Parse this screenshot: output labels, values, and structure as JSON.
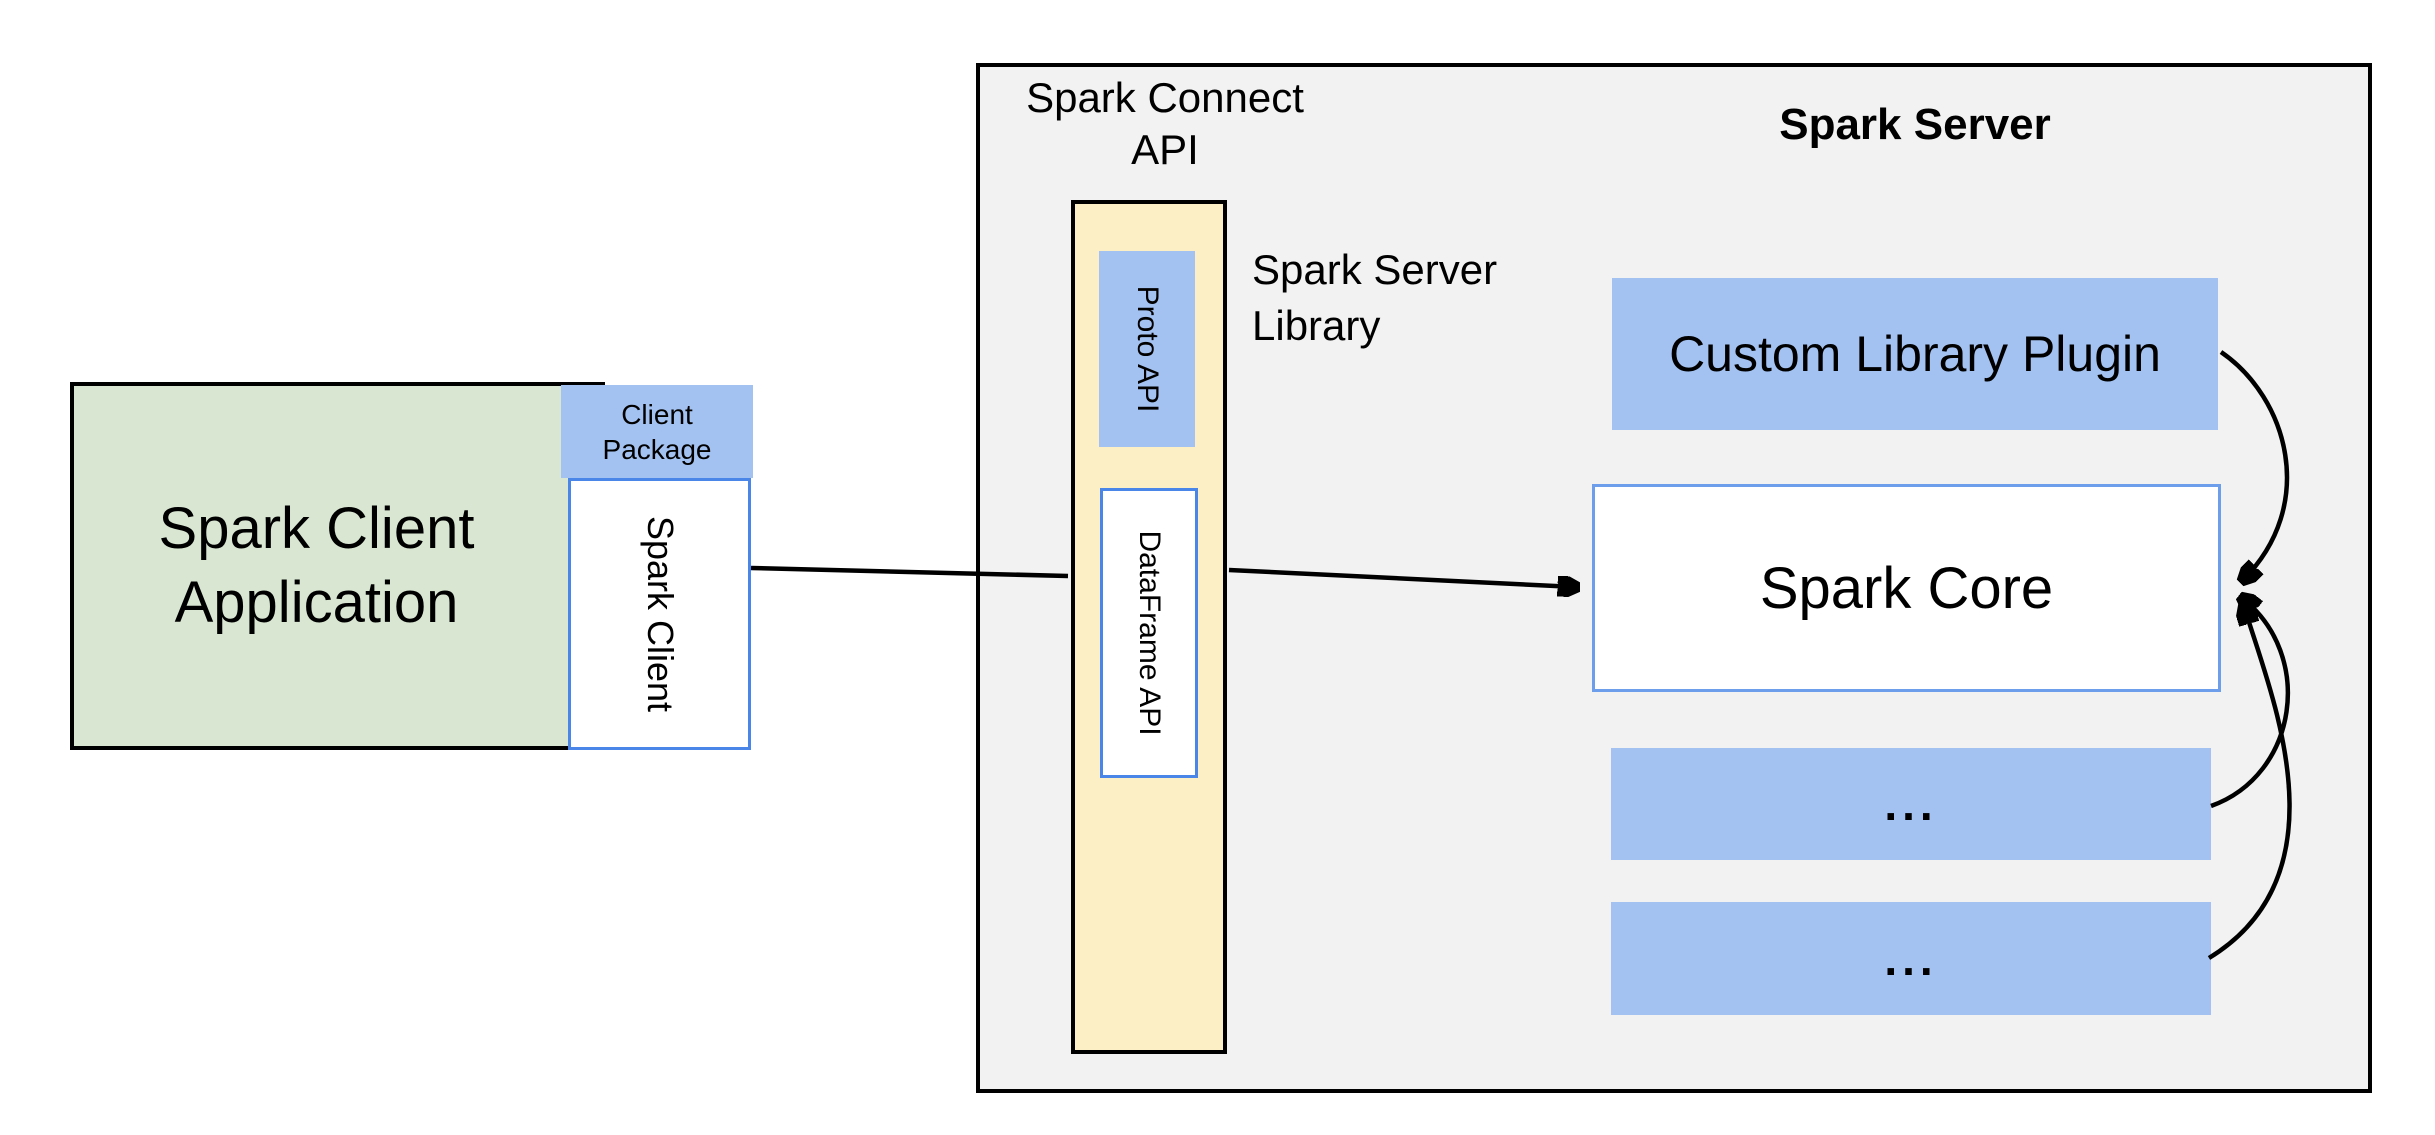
{
  "colors": {
    "page-bg": "#ffffff",
    "container-fill": "#f2f2f2",
    "green-fill": "#d9e7d2",
    "blue-fill": "#a3c2f1",
    "beige-fill": "#fcefc6",
    "white-fill": "#ffffff",
    "blue-border": "#4a86e8",
    "core-border": "#6d9eeb",
    "line-color": "#000000",
    "text-color": "#000000"
  },
  "client": {
    "application_line1": "Spark Client",
    "application_line2": "Application",
    "package_line1": "Client",
    "package_line2": "Package",
    "spark_client_label": "Spark Client"
  },
  "connect": {
    "title_line1": "Spark Connect",
    "title_line2": "API",
    "proto_api_label": "Proto API",
    "dataframe_api_label": "DataFrame API",
    "library_line1": "Spark Server",
    "library_line2": "Library"
  },
  "server": {
    "title": "Spark Server",
    "plugin_label": "Custom Library Plugin",
    "core_label": "Spark Core",
    "ellipsis_top": "...",
    "ellipsis_bottom": "..."
  }
}
